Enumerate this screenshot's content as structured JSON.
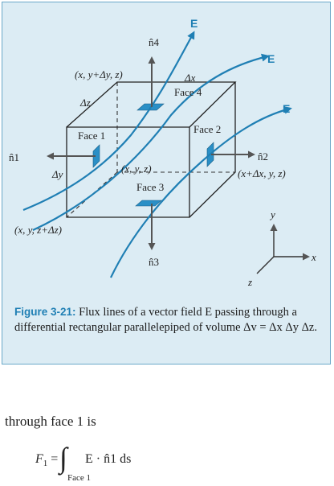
{
  "figure": {
    "labels": {
      "E_top": "E",
      "E_right": "E",
      "E_lower": "E",
      "n4": "n̂4",
      "n1": "n̂1",
      "n2": "n̂2",
      "n3": "n̂3",
      "corner_top_left": "(x, y+Δy, z)",
      "corner_front_left": "(x, y, z+Δz)",
      "corner_right": "(x+Δx, y, z)",
      "origin": "(x, y, z)",
      "dx": "Δx",
      "dy": "Δy",
      "dz": "Δz",
      "face1": "Face 1",
      "face2": "Face 2",
      "face3": "Face 3",
      "face4": "Face 4",
      "axis_x": "x",
      "axis_y": "y",
      "axis_z": "z"
    },
    "colors": {
      "accent": "#1f7fb4",
      "background": "#dcecf4",
      "patch": "#2a8fc6"
    },
    "caption": {
      "label": "Figure 3-21:",
      "text": "Flux lines of a vector field E passing through a differential rectangular parallelepiped of volume Δv = Δx Δy Δz."
    }
  },
  "body": {
    "intro": "through face 1 is",
    "equation": {
      "lhs": "F",
      "lhs_sub": "1",
      "equals": "=",
      "integral": "∫",
      "limit": "Face 1",
      "integrand": "E · n̂1 ds"
    }
  }
}
